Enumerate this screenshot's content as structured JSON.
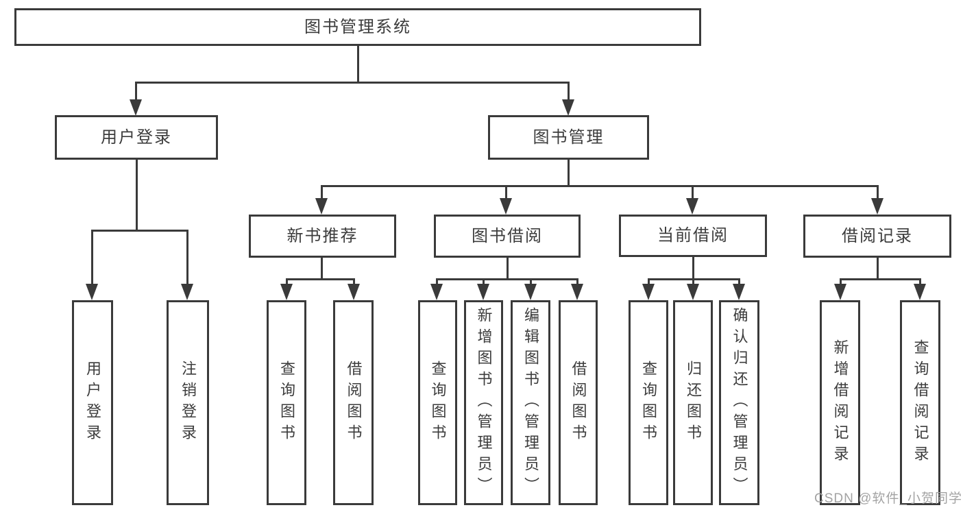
{
  "colors": {
    "line": "#3a3a3a",
    "text": "#3c3c3c",
    "box_bg": "#ffffff",
    "canvas_bg": "#ffffff",
    "watermark": "#a3a3a3"
  },
  "nodes": {
    "root": {
      "label": "图书管理系统"
    },
    "user_login": {
      "label": "用户登录"
    },
    "book_management": {
      "label": "图书管理"
    },
    "new_book_recommend": {
      "label": "新书推荐"
    },
    "book_borrowing": {
      "label": "图书借阅"
    },
    "current_borrowing": {
      "label": "当前借阅"
    },
    "borrowing_records": {
      "label": "借阅记录"
    },
    "login_user_login": {
      "label": "用户登录"
    },
    "login_logout": {
      "label": "注销登录"
    },
    "recommend_search_books": {
      "label": "查询图书"
    },
    "recommend_borrow_books": {
      "label": "借阅图书"
    },
    "borrowing_search_books": {
      "label": "查询图书"
    },
    "borrowing_add_books": {
      "label": "新增图书（管理员）"
    },
    "borrowing_edit_books": {
      "label": "编辑图书（管理员）"
    },
    "borrowing_borrow_books": {
      "label": "借阅图书"
    },
    "current_search_books": {
      "label": "查询图书"
    },
    "current_return_books": {
      "label": "归还图书"
    },
    "current_confirm_return": {
      "label": "确认归还（管理员）"
    },
    "records_add_record": {
      "label": "新增借阅记录"
    },
    "records_search_record": {
      "label": "查询借阅记录"
    }
  },
  "watermark": {
    "text": "CSDN @软件_小贺同学"
  }
}
